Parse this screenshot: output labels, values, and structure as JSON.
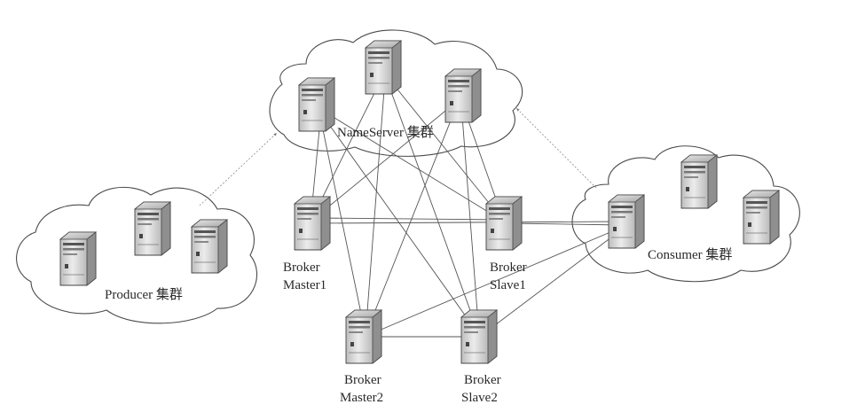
{
  "clusters": {
    "nameserver": "NameServer 集群",
    "producer": "Producer 集群",
    "consumer": "Consumer 集群"
  },
  "brokers": {
    "master1": [
      "Broker",
      "Master1"
    ],
    "slave1": [
      "Broker",
      "Slave1"
    ],
    "master2": [
      "Broker",
      "Master2"
    ],
    "slave2": [
      "Broker",
      "Slave2"
    ]
  },
  "icons": {
    "server": "server-icon",
    "cloud": "cloud-shape"
  },
  "colors": {
    "line": "#555555",
    "server_body": "#d9d9d9",
    "server_dark": "#8c8c8c"
  }
}
